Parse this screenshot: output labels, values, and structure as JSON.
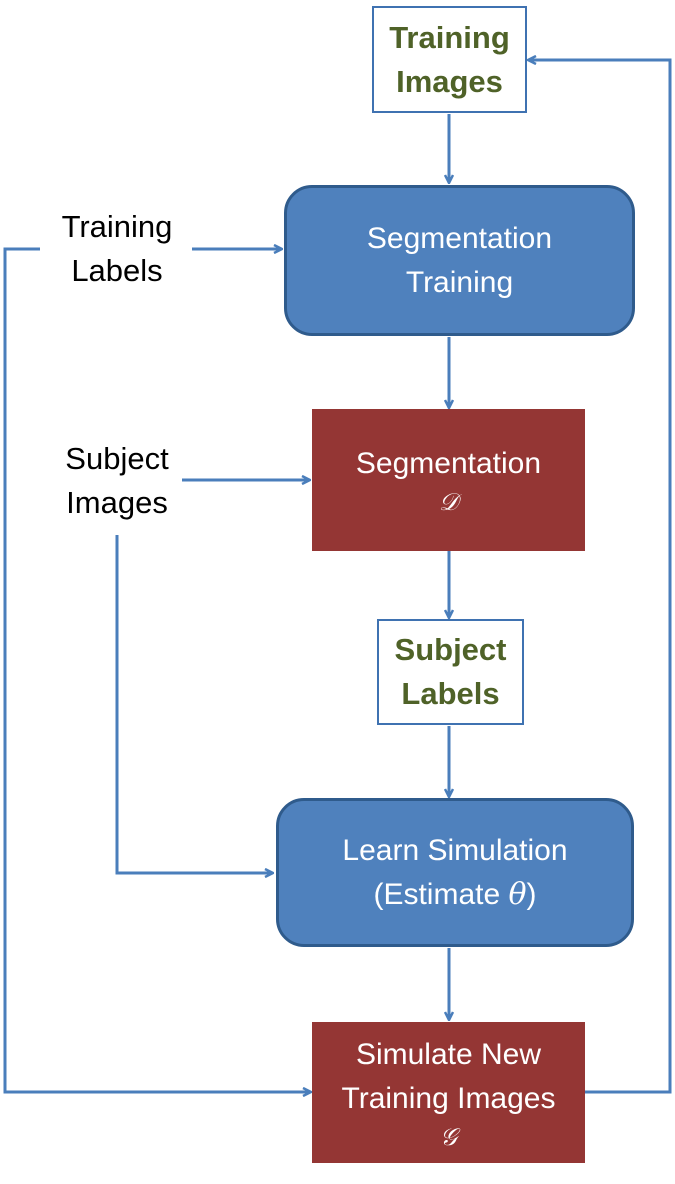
{
  "nodes": {
    "training_images": {
      "line1": "Training",
      "line2": "Images"
    },
    "training_labels": {
      "line1": "Training",
      "line2": "Labels"
    },
    "segmentation_training": {
      "line1": "Segmentation",
      "line2": "Training"
    },
    "subject_images": {
      "line1": "Subject",
      "line2": "Images"
    },
    "segmentation": {
      "line1": "Segmentation",
      "symbol": "𝒟"
    },
    "subject_labels": {
      "line1": "Subject",
      "line2": "Labels"
    },
    "learn_simulation": {
      "line1": "Learn Simulation",
      "line2_prefix": "(Estimate ",
      "theta": "θ",
      "line2_suffix": ")"
    },
    "simulate": {
      "line1": "Simulate New",
      "line2": "Training Images",
      "symbol": "𝒢"
    }
  },
  "colors": {
    "arrow": "#4a7ebb",
    "process_blue": "#4f81bd",
    "process_red": "#943634",
    "data_text_green": "#4f6228"
  }
}
